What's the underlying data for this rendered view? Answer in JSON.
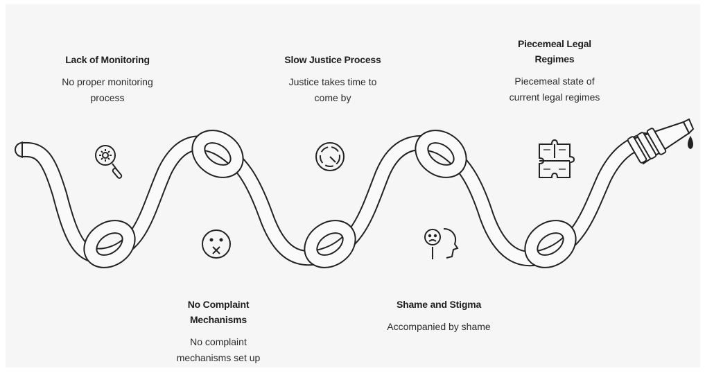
{
  "items": [
    {
      "title": "Lack of Monitoring",
      "desc": "No proper monitoring process",
      "icon": "gear-magnifier-icon"
    },
    {
      "title": "No Complaint Mechanisms",
      "desc": "No complaint mechanisms set up",
      "icon": "sad-face-icon"
    },
    {
      "title": "Slow Justice Process",
      "desc": "Justice takes time to come by",
      "icon": "clock-icon"
    },
    {
      "title": "Shame and Stigma",
      "desc": "Accompanied by shame",
      "icon": "ashamed-head-icon"
    },
    {
      "title": "Piecemeal Legal Regimes",
      "desc": "Piecemeal state of current legal regimes",
      "icon": "puzzle-icon"
    }
  ]
}
